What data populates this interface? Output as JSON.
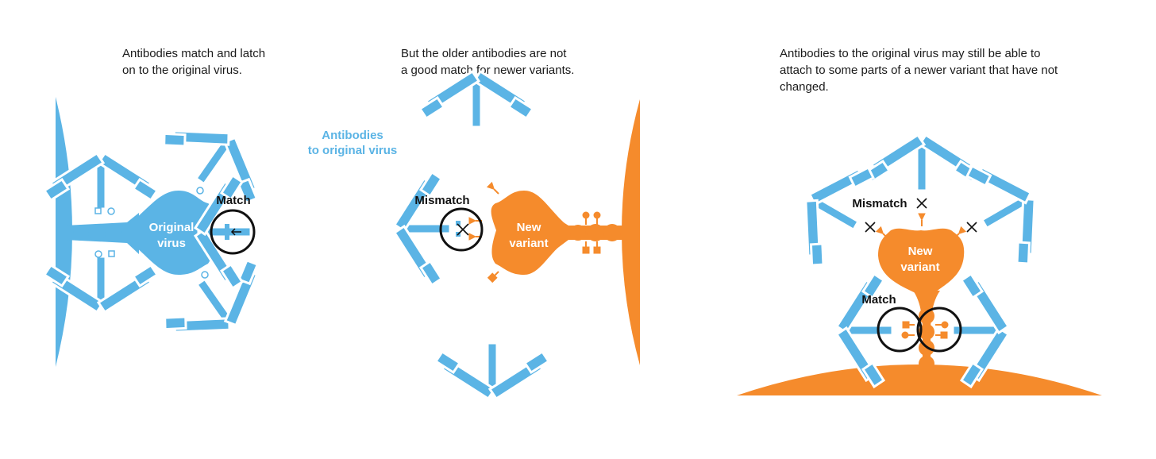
{
  "colors": {
    "original_virus": "#5bb4e5",
    "new_variant": "#f58b2c",
    "circle": "#111111",
    "text": "#1a1a1a"
  },
  "panel_original": {
    "caption_lines": [
      "Antibodies match and latch",
      "on to the original virus."
    ],
    "virus_label_lines": [
      "Original",
      "virus"
    ],
    "match_label": "Match",
    "antibodies_label_lines": [
      "Antibodies",
      "to original virus"
    ]
  },
  "panel_mismatch": {
    "caption_lines": [
      "But the older antibodies are not",
      "a good match for newer variants."
    ],
    "mismatch_label": "Mismatch",
    "variant_label_lines": [
      "New",
      "variant"
    ]
  },
  "panel_partial": {
    "caption_lines": [
      "Antibodies to the original virus may still be able to",
      "attach to some parts of a newer variant that have not",
      "changed."
    ],
    "mismatch_label": "Mismatch",
    "match_label": "Match",
    "variant_label_lines": [
      "New",
      "variant"
    ]
  }
}
